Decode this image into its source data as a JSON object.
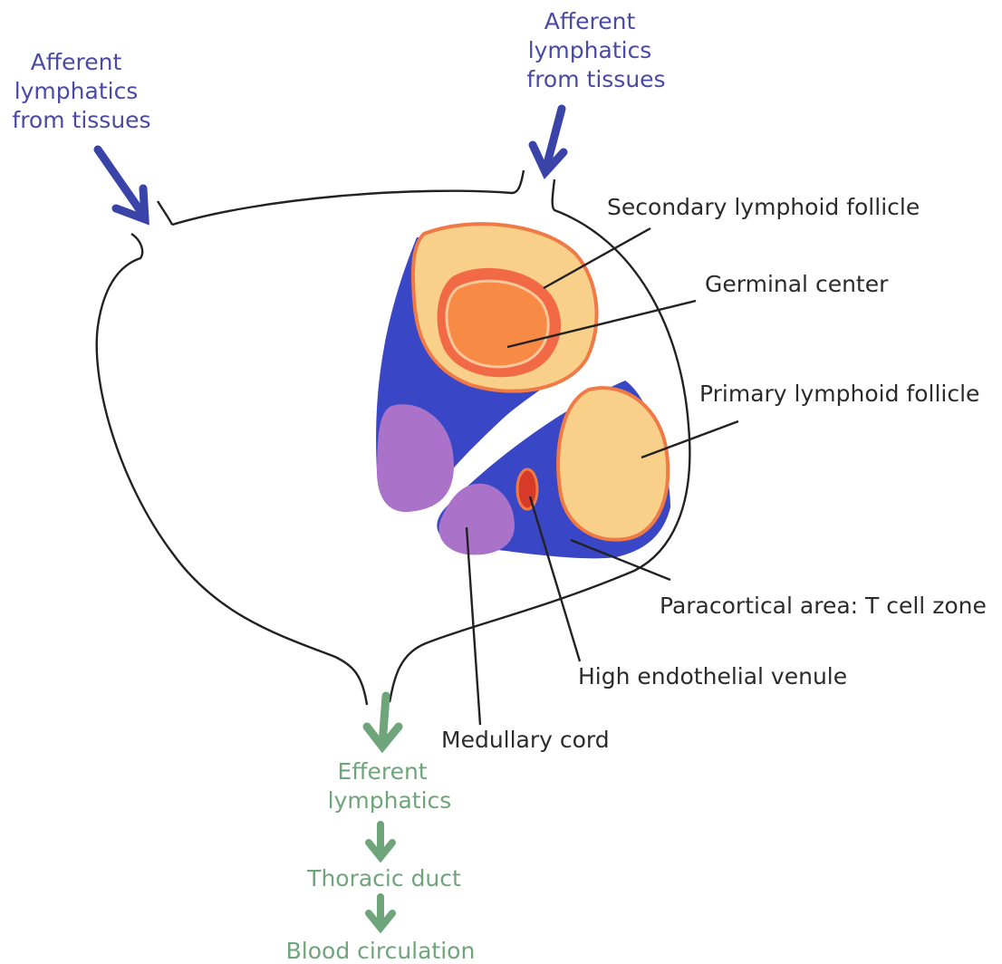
{
  "labels": {
    "afferent_left": [
      "Afferent",
      "lymphatics",
      "from tissues"
    ],
    "afferent_right": [
      "Afferent",
      "lymphatics",
      "from tissues"
    ],
    "secondary_follicle": "Secondary lymphoid follicle",
    "germinal_center": "Germinal center",
    "primary_follicle": "Primary lymphoid follicle",
    "paracortical": "Paracortical area: T cell zone",
    "hev": "High endothelial venule",
    "medullary_cord": "Medullary cord",
    "efferent": [
      "Efferent",
      "lymphatics"
    ],
    "thoracic_duct": "Thoracic duct",
    "blood_circulation": "Blood circulation"
  },
  "colors": {
    "afferent_text": "#4a4aa6",
    "afferent_arrow": "#3a44a8",
    "efferent": "#6fa57a",
    "cortex_blue": "#3947c6",
    "follicle_fill": "#f8d08a",
    "follicle_rim": "#f07a45",
    "germinal_orange": "#f78a45",
    "medulla_purple": "#aa72c8",
    "hev_red": "#d83a2a"
  }
}
